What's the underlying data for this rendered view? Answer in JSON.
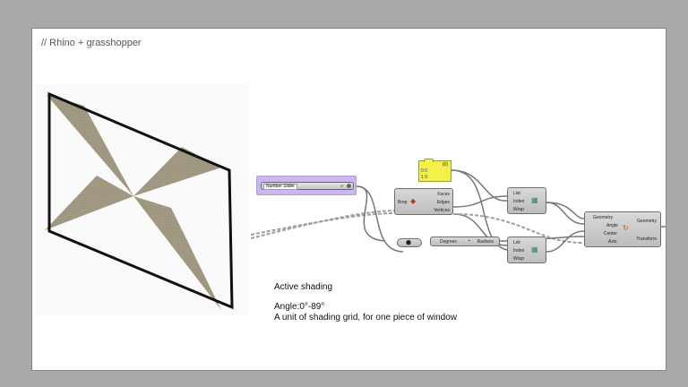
{
  "slide": {
    "title": "// Rhino + grasshopper"
  },
  "definition": {
    "slider": {
      "label": "Number Slider",
      "value": "0°"
    },
    "brep": {
      "input": "Brep",
      "outputs": [
        "Faces",
        "Edges",
        "Vertices"
      ]
    },
    "panel": {
      "path": "{0}",
      "rows": [
        "0 0",
        "1 9"
      ]
    },
    "list_item_1": {
      "inputs": [
        "List",
        "Index",
        "Wrap"
      ]
    },
    "list_item_2": {
      "inputs": [
        "List",
        "Index",
        "Wrap"
      ]
    },
    "rotate": {
      "inputs": [
        "Geometry",
        "Angle",
        "Center",
        "Axis"
      ],
      "outputs": [
        "Geometry",
        "Transform"
      ]
    },
    "degrees": {
      "input": "Degrees",
      "output": "Radians"
    }
  },
  "notes": {
    "heading": "Active shading",
    "angle": "Angle:0°-89°",
    "description": "A unit of shading grid, for one piece of window"
  },
  "colors": {
    "shading_fill": "#a39a83",
    "window_frame": "#111111",
    "slider_group": "#c9b7ee",
    "panel_yellow": "#f2f04a"
  }
}
